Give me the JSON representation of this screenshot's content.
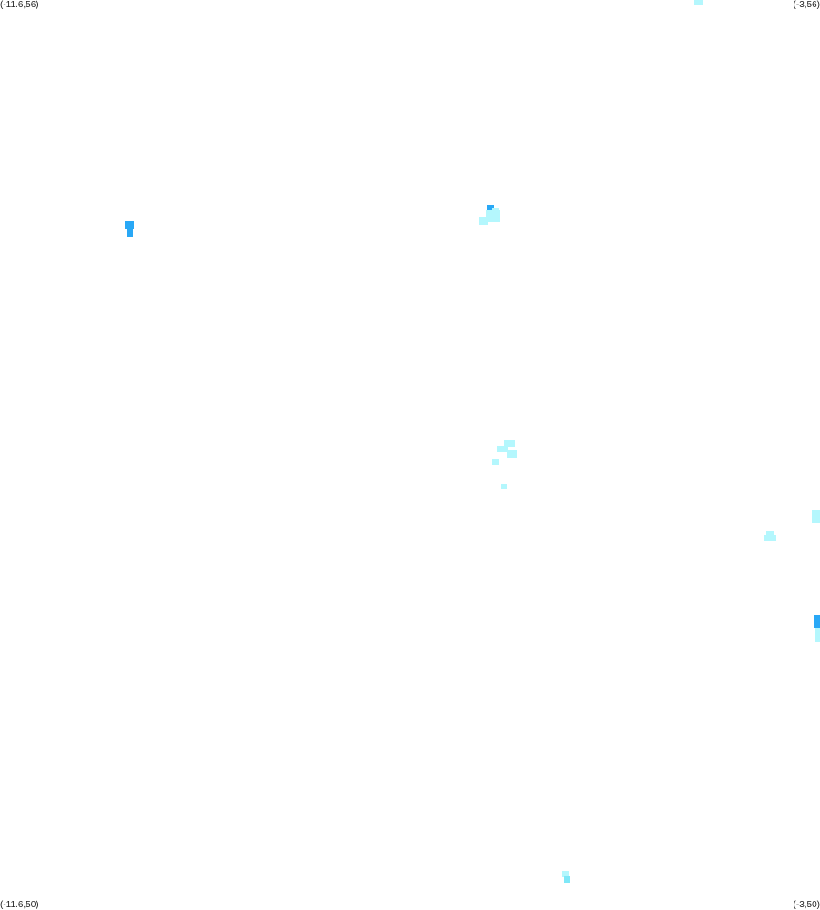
{
  "corners": {
    "top_left": "(-11.6,56)",
    "top_right": "(-3,56)",
    "bottom_left": "(-11.6,50)",
    "bottom_right": "(-3,50)"
  },
  "colors": {
    "background": "#ffffff",
    "light_cyan": "#b4f7fd",
    "mid_cyan": "#7fe8f8",
    "blue": "#29a8f6"
  }
}
